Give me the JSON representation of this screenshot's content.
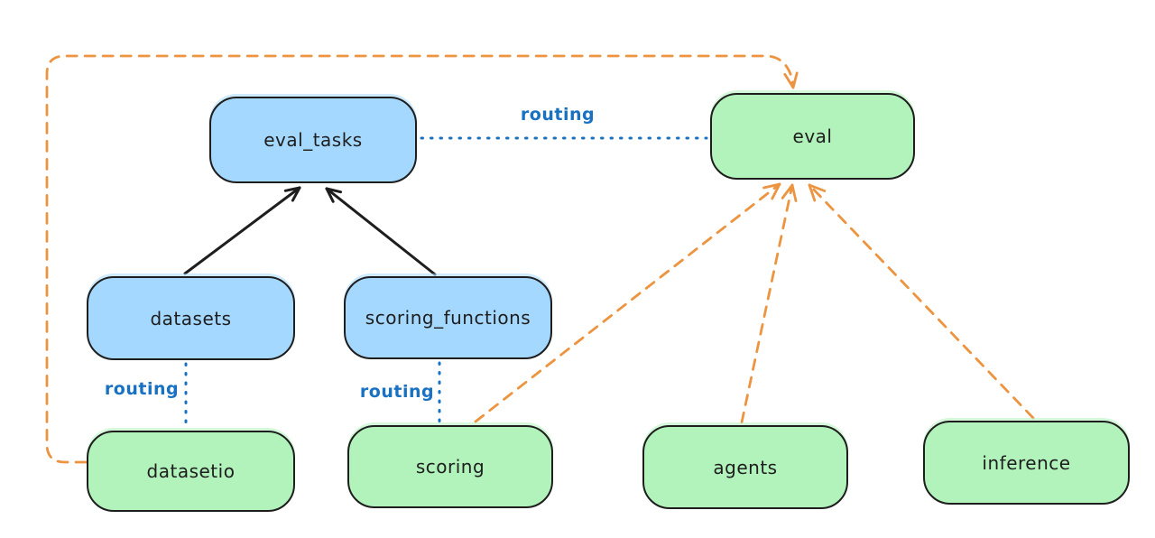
{
  "diagram": {
    "nodes": {
      "eval_tasks": {
        "label": "eval_tasks",
        "kind": "registry"
      },
      "eval": {
        "label": "eval",
        "kind": "provider"
      },
      "datasets": {
        "label": "datasets",
        "kind": "registry"
      },
      "scoring_functions": {
        "label": "scoring_functions",
        "kind": "registry"
      },
      "datasetio": {
        "label": "datasetio",
        "kind": "provider"
      },
      "scoring": {
        "label": "scoring",
        "kind": "provider"
      },
      "agents": {
        "label": "agents",
        "kind": "provider"
      },
      "inference": {
        "label": "inference",
        "kind": "provider"
      }
    },
    "edges": {
      "eval_tasks_to_eval": {
        "label": "routing",
        "style": "dotted-blue"
      },
      "datasets_to_datasetio": {
        "label": "routing",
        "style": "dotted-blue"
      },
      "scoring_functions_to_scoring": {
        "label": "routing",
        "style": "dotted-blue"
      },
      "datasets_to_eval_tasks": {
        "style": "solid-black-arrow"
      },
      "scoring_functions_to_eval_tasks": {
        "style": "solid-black-arrow"
      },
      "scoring_to_eval": {
        "style": "dashed-orange-arrow"
      },
      "agents_to_eval": {
        "style": "dashed-orange-arrow"
      },
      "inference_to_eval": {
        "style": "dashed-orange-arrow"
      },
      "datasetio_to_eval": {
        "style": "dashed-orange-arrow-wraparound"
      }
    },
    "colors": {
      "registry_fill": "#a5d8ff",
      "provider_fill": "#b2f2bb",
      "node_stroke": "#1e1e1e",
      "routing_blue": "#1971c2",
      "provider_orange": "#ec9440",
      "background": "#ffffff"
    }
  }
}
